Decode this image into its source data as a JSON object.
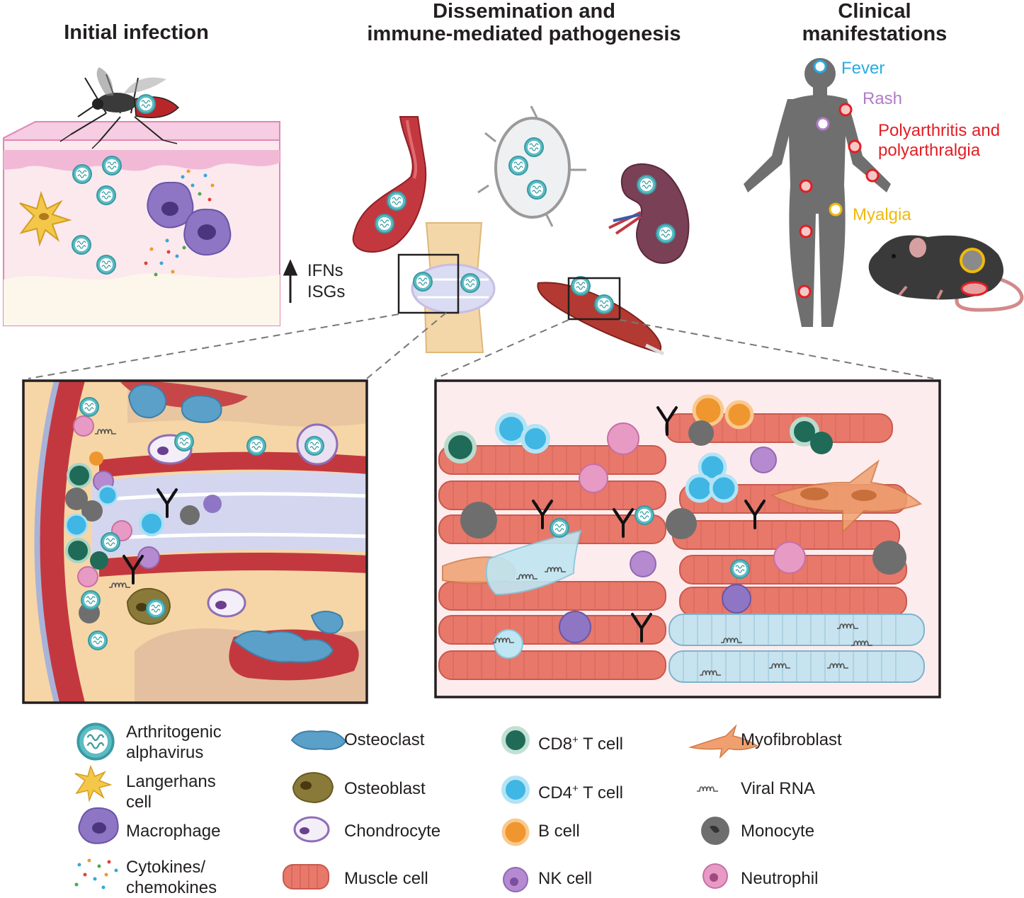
{
  "headings": {
    "initial": "Initial infection",
    "dissem_line1": "Dissemination and",
    "dissem_line2": "immune-mediated pathogenesis",
    "clinical_line1": "Clinical",
    "clinical_line2": "manifestations"
  },
  "ifn": {
    "line1": "IFNs",
    "line2": "ISGs"
  },
  "symptoms": {
    "fever": "Fever",
    "rash": "Rash",
    "poly_line1": "Polyarthritis and",
    "poly_line2": "polyarthralgia",
    "myalgia": "Myalgia"
  },
  "colors": {
    "fever": "#29abe2",
    "rash": "#b07cc6",
    "polyarthritis": "#e31e24",
    "myalgia": "#f0b90b",
    "virus": "#5bbcc4",
    "muscle": "#e8786a",
    "cd8": "#1f6b57",
    "cd4": "#3fb6e4",
    "bcell": "#f0962e",
    "nkcell": "#b68ad0",
    "macrophage": "#8e76c4",
    "neutrophil": "#e79ac4",
    "monocyte": "#6e6e6e",
    "osteoclast": "#5aa0c8",
    "osteoblast": "#8a7a3a",
    "myofibroblast": "#f0a070"
  },
  "legend": {
    "alphavirus_line1": "Arthritogenic",
    "alphavirus_line2": "alphavirus",
    "langerhans_line1": "Langerhans",
    "langerhans_line2": "cell",
    "macrophage": "Macrophage",
    "cytokines_line1": "Cytokines/",
    "cytokines_line2": "chemokines",
    "osteoclast": "Osteoclast",
    "osteoblast": "Osteoblast",
    "chondrocyte": "Chondrocyte",
    "muscle_cell": "Muscle cell",
    "cd8_prefix": "CD8",
    "cd8_sup": "+",
    "cd8_suffix": " T cell",
    "cd4_prefix": "CD4",
    "cd4_sup": "+",
    "cd4_suffix": " T cell",
    "bcell": "B cell",
    "nkcell": "NK cell",
    "myofibroblast": "Myofibroblast",
    "viral_rna": "Viral RNA",
    "monocyte": "Monocyte",
    "neutrophil": "Neutrophil"
  }
}
